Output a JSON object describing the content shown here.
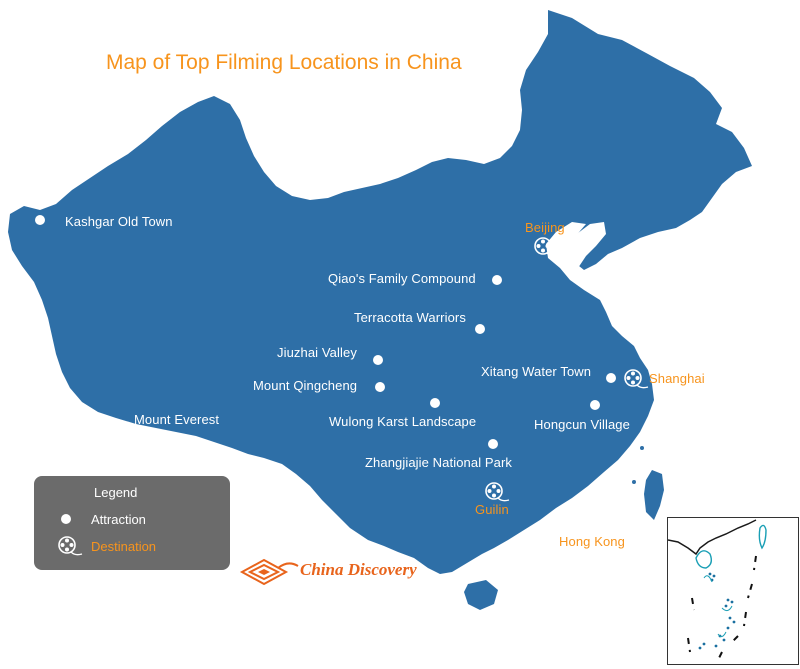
{
  "map": {
    "title": "Map of Top Filming Locations in China",
    "colors": {
      "land": "#2e6fa7",
      "sea": "#ffffff",
      "destination": "#f7941d",
      "attraction": "#ffffff",
      "legend_bg": "#6b6b6b"
    },
    "attractions": [
      {
        "name": "Kashgar Old Town"
      },
      {
        "name": "Qiao's Family Compound"
      },
      {
        "name": "Terracotta Warriors"
      },
      {
        "name": "Jiuzhai Valley"
      },
      {
        "name": "Mount Qingcheng"
      },
      {
        "name": "Mount Everest"
      },
      {
        "name": "Wulong Karst Landscape"
      },
      {
        "name": "Xitang Water Town"
      },
      {
        "name": "Hongcun Village"
      },
      {
        "name": "Zhangjiajie National Park"
      }
    ],
    "destinations": [
      {
        "name": "Beijing"
      },
      {
        "name": "Shanghai"
      },
      {
        "name": "Guilin"
      },
      {
        "name": "Hong Kong"
      }
    ],
    "legend": {
      "title": "Legend",
      "attraction_label": "Attraction",
      "destination_label": "Destination",
      "attraction_icon": "white-dot-icon",
      "destination_icon": "film-reel-icon"
    },
    "logo": {
      "text": "China Discovery",
      "icon": "china-discovery-logo-icon"
    }
  }
}
